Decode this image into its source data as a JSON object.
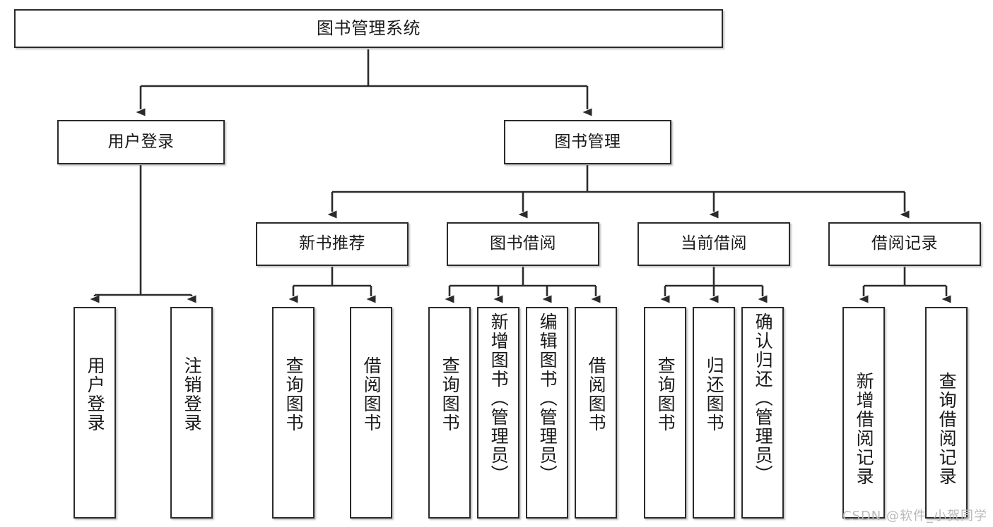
{
  "diagram": {
    "type": "tree-hierarchy",
    "title": "图书管理系统",
    "watermark": "CSDN @软件_小贺同学",
    "colors": {
      "box_border": "#2b2b2b",
      "box_fill": "#ffffff",
      "connector": "#2b2b2b",
      "background": "#ffffff",
      "watermark": "#b9b9b9"
    },
    "nodes": {
      "root": {
        "label": "图书管理系统"
      },
      "level2": [
        {
          "id": "user-login",
          "label": "用户登录"
        },
        {
          "id": "book-management",
          "label": "图书管理"
        }
      ],
      "level3": [
        {
          "id": "new-book-recommend",
          "label": "新书推荐"
        },
        {
          "id": "book-borrow",
          "label": "图书借阅"
        },
        {
          "id": "current-borrow",
          "label": "当前借阅"
        },
        {
          "id": "borrow-record",
          "label": "借阅记录"
        }
      ],
      "leaves": [
        {
          "id": "leaf-user-login",
          "label": "用户登录",
          "parent": "user-login"
        },
        {
          "id": "leaf-logout",
          "label": "注销登录",
          "parent": "user-login"
        },
        {
          "id": "leaf-query-book-1",
          "label": "查询图书",
          "parent": "new-book-recommend"
        },
        {
          "id": "leaf-borrow-book-1",
          "label": "借阅图书",
          "parent": "new-book-recommend"
        },
        {
          "id": "leaf-query-book-2",
          "label": "查询图书",
          "parent": "book-borrow"
        },
        {
          "id": "leaf-add-book",
          "label": "新增图书（管理员）",
          "parent": "book-borrow"
        },
        {
          "id": "leaf-edit-book",
          "label": "编辑图书（管理员）",
          "parent": "book-borrow"
        },
        {
          "id": "leaf-borrow-book-2",
          "label": "借阅图书",
          "parent": "book-borrow"
        },
        {
          "id": "leaf-query-book-3",
          "label": "查询图书",
          "parent": "current-borrow"
        },
        {
          "id": "leaf-return-book",
          "label": "归还图书",
          "parent": "current-borrow"
        },
        {
          "id": "leaf-confirm-return",
          "label": "确认归还（管理员）",
          "parent": "current-borrow"
        },
        {
          "id": "leaf-add-record",
          "label": "新增借阅记录",
          "parent": "borrow-record"
        },
        {
          "id": "leaf-query-record",
          "label": "查询借阅记录",
          "parent": "borrow-record"
        }
      ]
    }
  }
}
